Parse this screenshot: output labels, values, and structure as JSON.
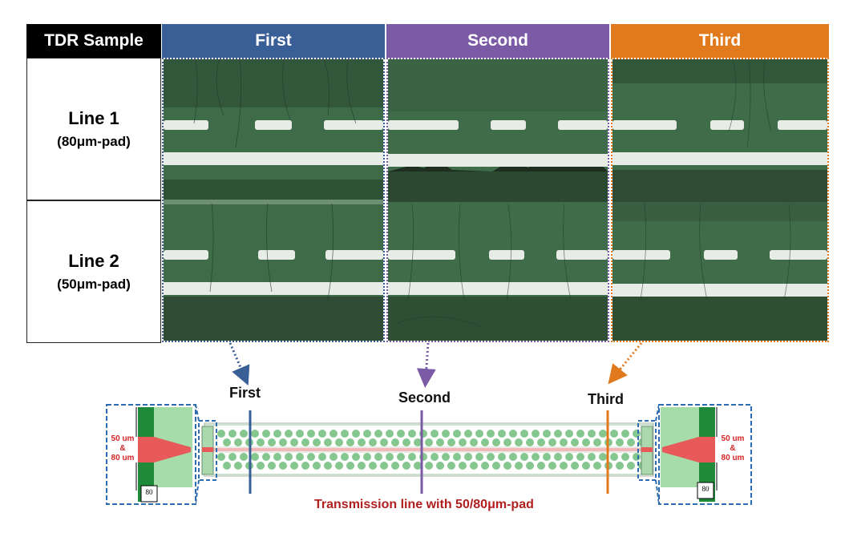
{
  "table": {
    "corner_label": "TDR Sample",
    "columns": [
      {
        "label": "First",
        "color": "#3a5f96"
      },
      {
        "label": "Second",
        "color": "#7b5aa6"
      },
      {
        "label": "Third",
        "color": "#e07a1c"
      }
    ],
    "rows": [
      {
        "name": "Line  1",
        "pad": "(80μm-pad)"
      },
      {
        "name": "Line 2",
        "pad": "(50μm-pad)"
      }
    ]
  },
  "schematic": {
    "markers": [
      {
        "label": "First",
        "color": "#3a5f96"
      },
      {
        "label": "Second",
        "color": "#7b5aa6"
      },
      {
        "label": "Third",
        "color": "#e07a1c"
      }
    ],
    "left_pad_labels": [
      "50 um",
      "&",
      "80 um"
    ],
    "right_pad_labels": [
      "50 um",
      "&",
      "80 um"
    ],
    "dimension_label": "80",
    "caption": "Transmission line with 50/80μm-pad"
  }
}
